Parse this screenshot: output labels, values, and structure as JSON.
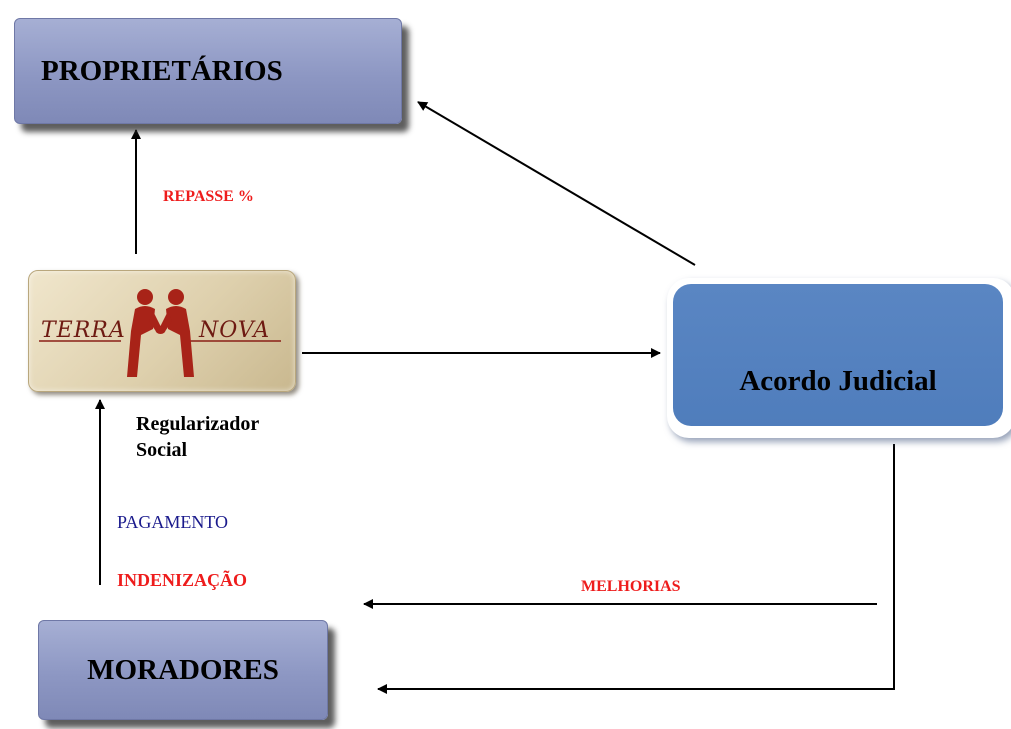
{
  "nodes": {
    "proprietarios": "PROPRIETÁRIOS",
    "moradores": "MORADORES",
    "acordo_judicial": "Acordo Judicial",
    "logo_text": {
      "left": "TERRA",
      "right": "NOVA"
    },
    "regularizador": [
      "Regularizador",
      "Social"
    ]
  },
  "edge_labels": {
    "repasse": "REPASSE %",
    "pagamento": "PAGAMENTO",
    "indenizacao": "INDENIZAÇÃO",
    "melhorias": "MELHORIAS"
  },
  "colors": {
    "node_gray": "#8d97c3",
    "node_blue": "#4f7dbc",
    "label_red": "#ee1c1c",
    "label_blue": "#1a1a8c",
    "logo_figure": "#a82318"
  }
}
